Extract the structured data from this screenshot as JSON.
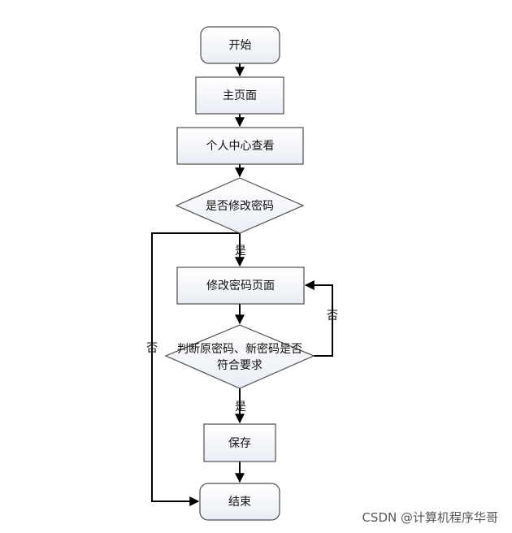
{
  "flowchart": {
    "nodes": {
      "start": "开始",
      "home": "主页面",
      "profile": "个人中心查看",
      "decision_modify": "是否修改密码",
      "modify_page": "修改密码页面",
      "check_line1": "判断原密码、新密码是否",
      "check_line2": "符合要求",
      "save": "保存",
      "end": "结束"
    },
    "edge_labels": {
      "modify_yes": "是",
      "modify_no": "否",
      "check_yes": "是",
      "check_no": "否"
    }
  },
  "watermark": "CSDN @计算机程序华哥"
}
